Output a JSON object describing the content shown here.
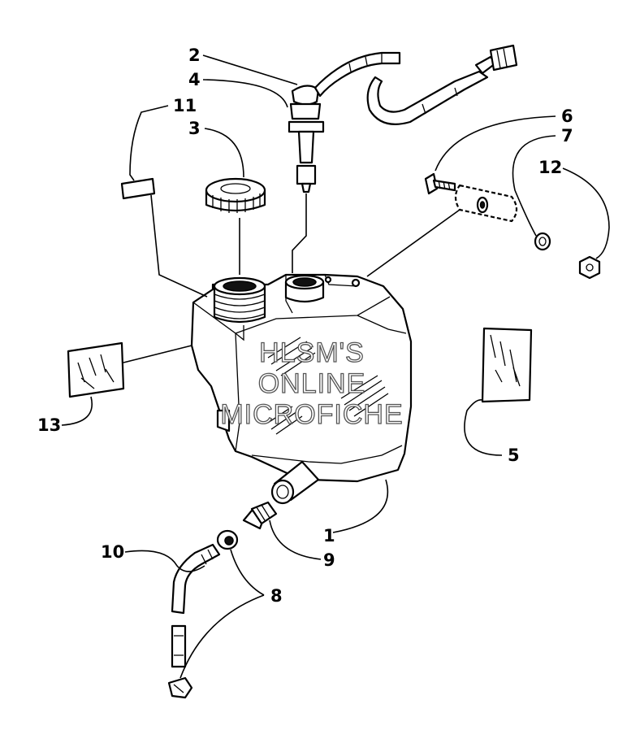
{
  "callouts": {
    "c1": "1",
    "c2": "2",
    "c3": "3",
    "c4": "4",
    "c5": "5",
    "c6": "6",
    "c7": "7",
    "c8": "8",
    "c9": "9",
    "c10": "10",
    "c11": "11",
    "c12": "12",
    "c13": "13"
  },
  "watermark": {
    "line1": "HLSM'S",
    "line2": "ONLINE",
    "line3": "MICROFICHE"
  }
}
